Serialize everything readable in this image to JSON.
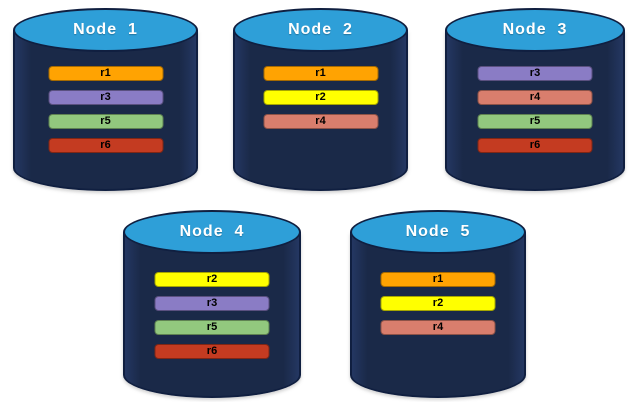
{
  "diagram": {
    "description": "Database nodes with replica placement",
    "background": "#FFFFFF"
  },
  "palette": {
    "cylinder_top": "#2E9FD8",
    "cylinder_body": "#1A2948",
    "cylinder_outline": "#101F40",
    "title_text": "#FFFFFF",
    "bar_text": "#000000",
    "replica_colors": {
      "r1": "#FFA302",
      "r2": "#FFFF00",
      "r3": "#8A7CC5",
      "r4": "#D97E6D",
      "r5": "#92C87E",
      "r6": "#C43B21"
    }
  },
  "nodes": [
    {
      "title": "Node  1",
      "replicas": [
        {
          "label": "r1",
          "color": "#FFA302"
        },
        {
          "label": "r3",
          "color": "#8A7CC5"
        },
        {
          "label": "r5",
          "color": "#92C87E"
        },
        {
          "label": "r6",
          "color": "#C43B21"
        }
      ]
    },
    {
      "title": "Node  2",
      "replicas": [
        {
          "label": "r1",
          "color": "#FFA302"
        },
        {
          "label": "r2",
          "color": "#FFFF00"
        },
        {
          "label": "r4",
          "color": "#D97E6D"
        }
      ]
    },
    {
      "title": "Node  3",
      "replicas": [
        {
          "label": "r3",
          "color": "#8A7CC5"
        },
        {
          "label": "r4",
          "color": "#D97E6D"
        },
        {
          "label": "r5",
          "color": "#92C87E"
        },
        {
          "label": "r6",
          "color": "#C43B21"
        }
      ]
    },
    {
      "title": "Node  4",
      "replicas": [
        {
          "label": "r2",
          "color": "#FFFF00"
        },
        {
          "label": "r3",
          "color": "#8A7CC5"
        },
        {
          "label": "r5",
          "color": "#92C87E"
        },
        {
          "label": "r6",
          "color": "#C43B21"
        }
      ]
    },
    {
      "title": "Node  5",
      "replicas": [
        {
          "label": "r1",
          "color": "#FFA302"
        },
        {
          "label": "r2",
          "color": "#FFFF00"
        },
        {
          "label": "r4",
          "color": "#D97E6D"
        }
      ]
    }
  ]
}
